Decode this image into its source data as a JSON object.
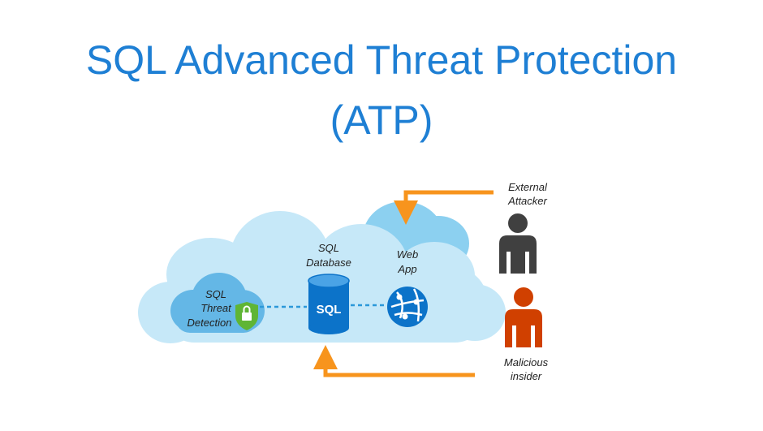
{
  "title": {
    "line1": "SQL Advanced Threat Protection",
    "line2": "(ATP)"
  },
  "nodes": {
    "threat_detection": {
      "line1": "SQL",
      "line2": "Threat",
      "line3": "Detection"
    },
    "sql_database": {
      "line1": "SQL",
      "line2": "Database",
      "badge": "SQL"
    },
    "web_app": {
      "line1": "Web",
      "line2": "App"
    },
    "external_attacker": {
      "line1": "External",
      "line2": "Attacker"
    },
    "malicious_insider": {
      "line1": "Malicious",
      "line2": "insider"
    }
  },
  "colors": {
    "title": "#1e7fd4",
    "cloud_light": "#c6e8f8",
    "cloud_mid": "#8cd0f0",
    "cloud_dark": "#64b7e6",
    "azure_blue": "#0c73c9",
    "arrow_orange": "#f7941d",
    "external_attacker": "#404040",
    "malicious_insider": "#d04000",
    "shield_green": "#5fb535"
  },
  "icons": [
    "cloud-icon",
    "shield-lock-icon",
    "database-icon",
    "web-app-globe-icon",
    "person-icon"
  ]
}
